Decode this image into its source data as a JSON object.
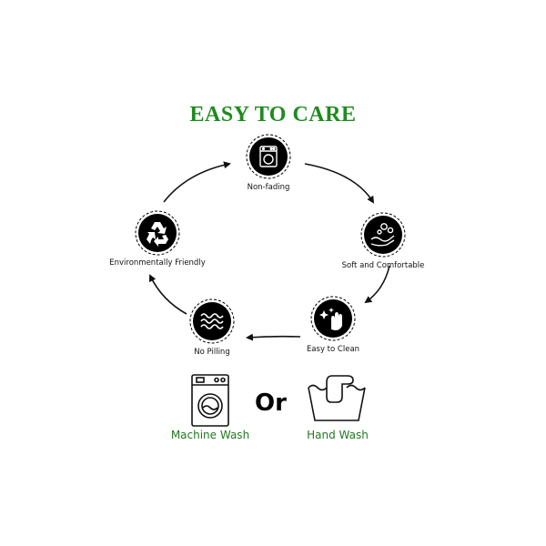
{
  "title": "EASY TO CARE",
  "colors": {
    "title": "#1f8a1f",
    "label_green": "#1f7a1f",
    "circle": "#000000",
    "arrow": "#111111"
  },
  "cycle": [
    {
      "key": "non-fading",
      "label": "Non-fading",
      "icon": "washing-machine-icon"
    },
    {
      "key": "soft",
      "label": "Soft and Comfortable",
      "icon": "hand-bubbles-icon"
    },
    {
      "key": "easy-clean",
      "label": "Easy to Clean",
      "icon": "hand-sparkle-icon"
    },
    {
      "key": "no-pilling",
      "label": "No Pilling",
      "icon": "waves-icon"
    },
    {
      "key": "eco",
      "label": "Environmentally Friendly",
      "icon": "recycle-icon"
    }
  ],
  "bottom": {
    "or": "Or",
    "machine_wash": "Machine Wash",
    "hand_wash": "Hand Wash"
  }
}
